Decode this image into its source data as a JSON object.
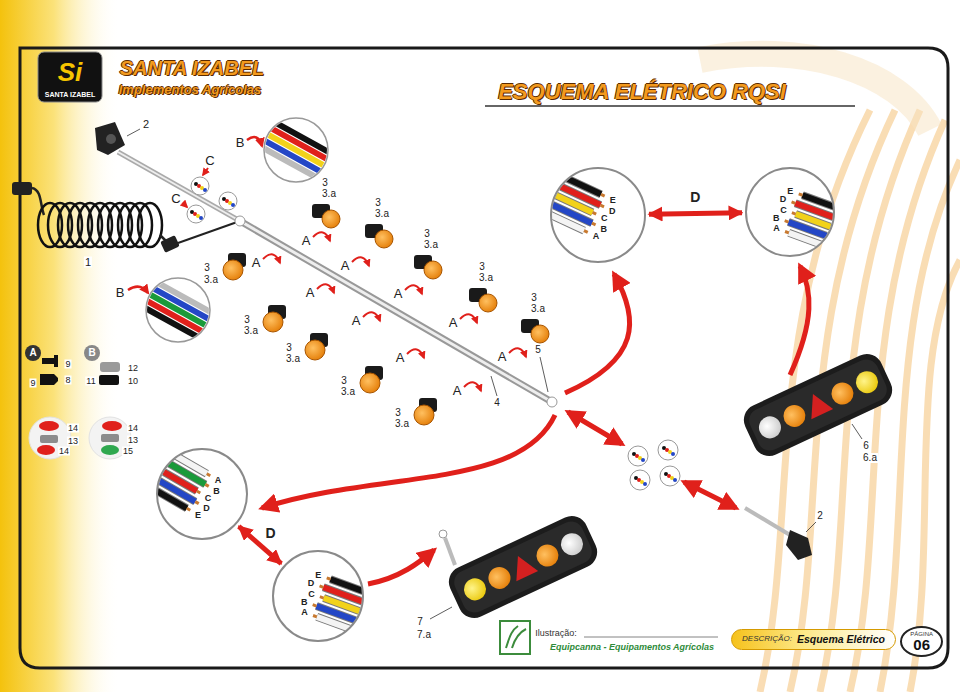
{
  "diagram": {
    "title": "ESQUEMA ELÉTRICO RQSI",
    "nodes": [
      {
        "text": [
          "A",
          "B",
          "C",
          "D",
          "E"
        ]
      },
      {
        "text": [
          "A",
          "B",
          "C",
          "D",
          "E"
        ]
      },
      {
        "text": [
          "E",
          "D",
          "C",
          "B",
          "A"
        ]
      },
      {
        "text": [
          "A",
          "B",
          "C",
          "D",
          "E"
        ]
      },
      {
        "text": [
          "DESCRIÇÃO:",
          "Esquema Elétrico"
        ]
      },
      {
        "text": [
          "PÁGINA",
          "06"
        ]
      }
    ],
    "edges": [
      {
        "from": 0,
        "to": 1,
        "label": "D",
        "arrow": "both"
      },
      {
        "from": 2,
        "to": 3,
        "label": "D",
        "arrow": "both"
      }
    ],
    "labels": [
      "Si",
      "SANTA IZABEL",
      "SANTA IZABEL",
      "Implementos Agrícolas",
      "2",
      "B",
      "C",
      "C",
      "1",
      "B",
      "3",
      "3.a",
      "3",
      "3.a",
      "3",
      "3.a",
      "3",
      "3.a",
      "3",
      "3.a",
      "3",
      "3.a",
      "3",
      "3.a",
      "3",
      "3.a",
      "3",
      "3.a",
      "3",
      "3.a",
      "A",
      "A",
      "A",
      "A",
      "A",
      "A",
      "A",
      "A",
      "A",
      "A",
      "5",
      "4",
      "6",
      "6.a",
      "2",
      "7",
      "7.a",
      "A",
      "9",
      "8",
      "9",
      "B",
      "12",
      "10",
      "11",
      "14",
      "13",
      "14",
      "14",
      "13",
      "15",
      "Ilustração:",
      "Equipcanna - Equipamentos Agrícolas"
    ]
  }
}
